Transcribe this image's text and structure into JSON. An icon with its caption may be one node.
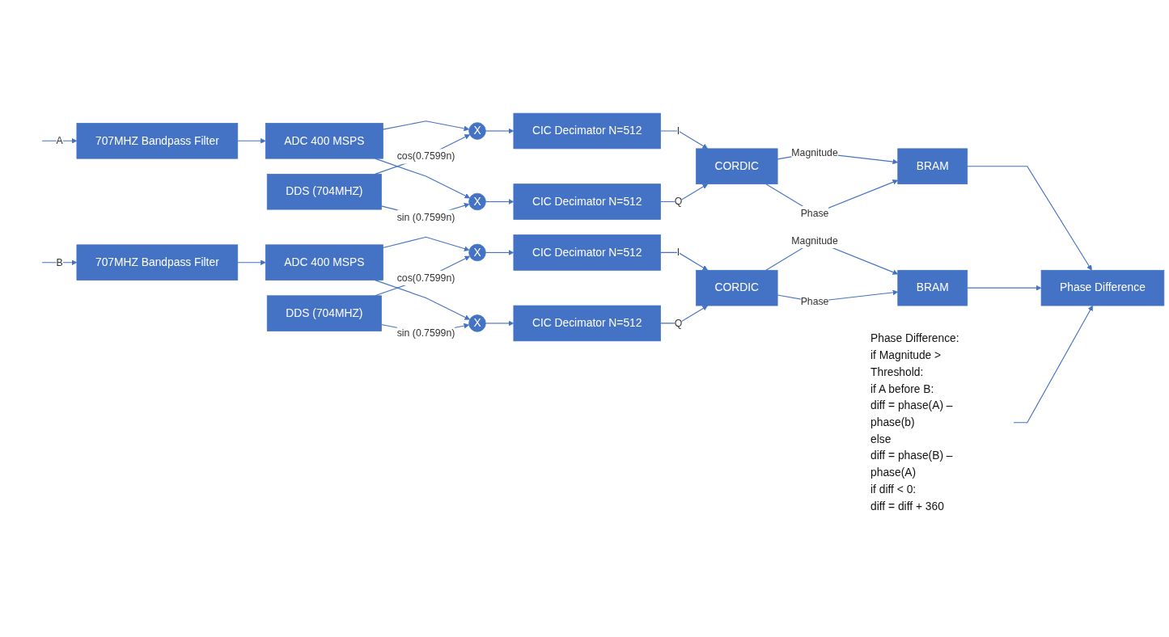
{
  "diagram": {
    "nodes": [
      {
        "text": [
          "707MHZ Bandpass Filter"
        ]
      },
      {
        "text": [
          "ADC 400 MSPS"
        ]
      },
      {
        "text": [
          "X"
        ]
      },
      {
        "text": [
          "DDS (704MHZ)"
        ]
      },
      {
        "text": [
          "X"
        ]
      },
      {
        "text": [
          "CIC Decimator N=512"
        ]
      },
      {
        "text": [
          "CIC Decimator N=512"
        ]
      },
      {
        "text": [
          "CORDIC"
        ]
      },
      {
        "text": [
          "BRAM"
        ]
      },
      {
        "text": [
          "707MHZ Bandpass Filter"
        ]
      },
      {
        "text": [
          "ADC 400 MSPS"
        ]
      },
      {
        "text": [
          "X"
        ]
      },
      {
        "text": [
          "DDS (704MHZ)"
        ]
      },
      {
        "text": [
          "X"
        ]
      },
      {
        "text": [
          "CIC Decimator N=512"
        ]
      },
      {
        "text": [
          "CIC Decimator N=512"
        ]
      },
      {
        "text": [
          "CORDIC"
        ]
      },
      {
        "text": [
          "BRAM"
        ]
      },
      {
        "text": [
          "Phase Difference"
        ]
      },
      {
        "text": [
          "Phase Difference:",
          "if Magnitude > Threshold:",
          "if A before B:",
          "diff = phase(A) – phase(b)",
          "else",
          "diff = phase(B) – phase(A)",
          "if diff < 0:",
          "diff = diff + 360"
        ]
      }
    ],
    "edges": [
      {
        "from": null,
        "to": 0,
        "arrow": "to",
        "label": "A"
      },
      {
        "from": 0,
        "to": 1,
        "arrow": "to"
      },
      {
        "from": 1,
        "to": 2,
        "arrow": "to"
      },
      {
        "from": 1,
        "to": 4,
        "arrow": "to"
      },
      {
        "from": 3,
        "to": 2,
        "arrow": "to",
        "label": "cos(0.7599n)"
      },
      {
        "from": 3,
        "to": 4,
        "arrow": "to",
        "label": "sin (0.7599n)"
      },
      {
        "from": 2,
        "to": 5,
        "arrow": "to"
      },
      {
        "from": 4,
        "to": 6,
        "arrow": "to"
      },
      {
        "from": 5,
        "to": 7,
        "arrow": "to",
        "label": "I"
      },
      {
        "from": 6,
        "to": 7,
        "arrow": "to",
        "label": "Q"
      },
      {
        "from": 7,
        "to": 8,
        "arrow": "to",
        "label": "Magnitude"
      },
      {
        "from": 7,
        "to": 8,
        "arrow": "to",
        "label": "Phase"
      },
      {
        "from": 8,
        "to": 18,
        "arrow": "to"
      },
      {
        "from": null,
        "to": 9,
        "arrow": "to",
        "label": "B"
      },
      {
        "from": 9,
        "to": 10,
        "arrow": "to"
      },
      {
        "from": 10,
        "to": 11,
        "arrow": "to"
      },
      {
        "from": 10,
        "to": 13,
        "arrow": "to"
      },
      {
        "from": 12,
        "to": 11,
        "arrow": "to",
        "label": "cos(0.7599n)"
      },
      {
        "from": 12,
        "to": 13,
        "arrow": "to",
        "label": "sin (0.7599n)"
      },
      {
        "from": 11,
        "to": 14,
        "arrow": "to"
      },
      {
        "from": 13,
        "to": 15,
        "arrow": "to"
      },
      {
        "from": 14,
        "to": 16,
        "arrow": "to",
        "label": "I"
      },
      {
        "from": 15,
        "to": 16,
        "arrow": "to",
        "label": "Q"
      },
      {
        "from": 16,
        "to": 17,
        "arrow": "to",
        "label": "Magnitude"
      },
      {
        "from": 16,
        "to": 17,
        "arrow": "to",
        "label": "Phase"
      },
      {
        "from": 17,
        "to": 18,
        "arrow": "to"
      },
      {
        "from": 19,
        "to": 18,
        "arrow": "to"
      }
    ]
  }
}
